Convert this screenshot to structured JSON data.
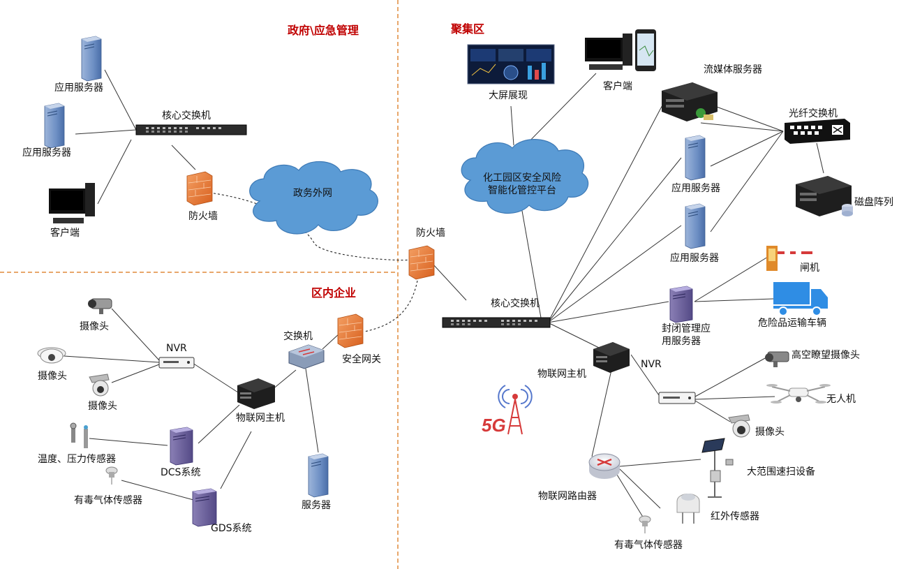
{
  "zones": {
    "government": "政府\\应急管理",
    "cluster": "聚集区",
    "enterprise": "区内企业"
  },
  "gov": {
    "app_server_1": "应用服务器",
    "app_server_2": "应用服务器",
    "client": "客户端",
    "core_switch": "核心交换机",
    "firewall": "防火墙",
    "gov_network": "政务外网"
  },
  "cluster": {
    "big_screen": "大屏展现",
    "client": "客户端",
    "platform_line1": "化工园区安全风险",
    "platform_line2": "智能化管控平台",
    "streaming_server": "流媒体服务器",
    "fiber_switch": "光纤交换机",
    "disk_array": "磁盘阵列",
    "app_server_1": "应用服务器",
    "app_server_2": "应用服务器",
    "firewall": "防火墙",
    "core_switch": "核心交换机",
    "gate": "闸机",
    "closed_mgmt_line1": "封闭管理应",
    "closed_mgmt_line2": "用服务器",
    "hazmat_truck": "危险品运输车辆",
    "iot_host": "物联网主机",
    "nvr": "NVR",
    "highcam": "高空瞭望摄像头",
    "drone": "无人机",
    "camera": "摄像头",
    "iot_router": "物联网路由器",
    "wide_scan": "大范围速扫设备",
    "infrared": "红外传感器",
    "toxic_gas": "有毒气体传感器",
    "fiveg": "5G"
  },
  "enterprise": {
    "camera_1": "摄像头",
    "camera_2": "摄像头",
    "camera_3": "摄像头",
    "nvr": "NVR",
    "temp_pressure": "温度、压力传感器",
    "toxic_gas": "有毒气体传感器",
    "iot_host": "物联网主机",
    "dcs": "DCS系统",
    "gds": "GDS系统",
    "switch": "交换机",
    "security_gateway": "安全网关",
    "server": "服务器"
  },
  "colors": {
    "zone_title": "#c00000",
    "divider": "#e08a3a",
    "cloud_fill": "#5b9bd5",
    "firewall": "#e8742f",
    "server": "#6d8fc4"
  }
}
